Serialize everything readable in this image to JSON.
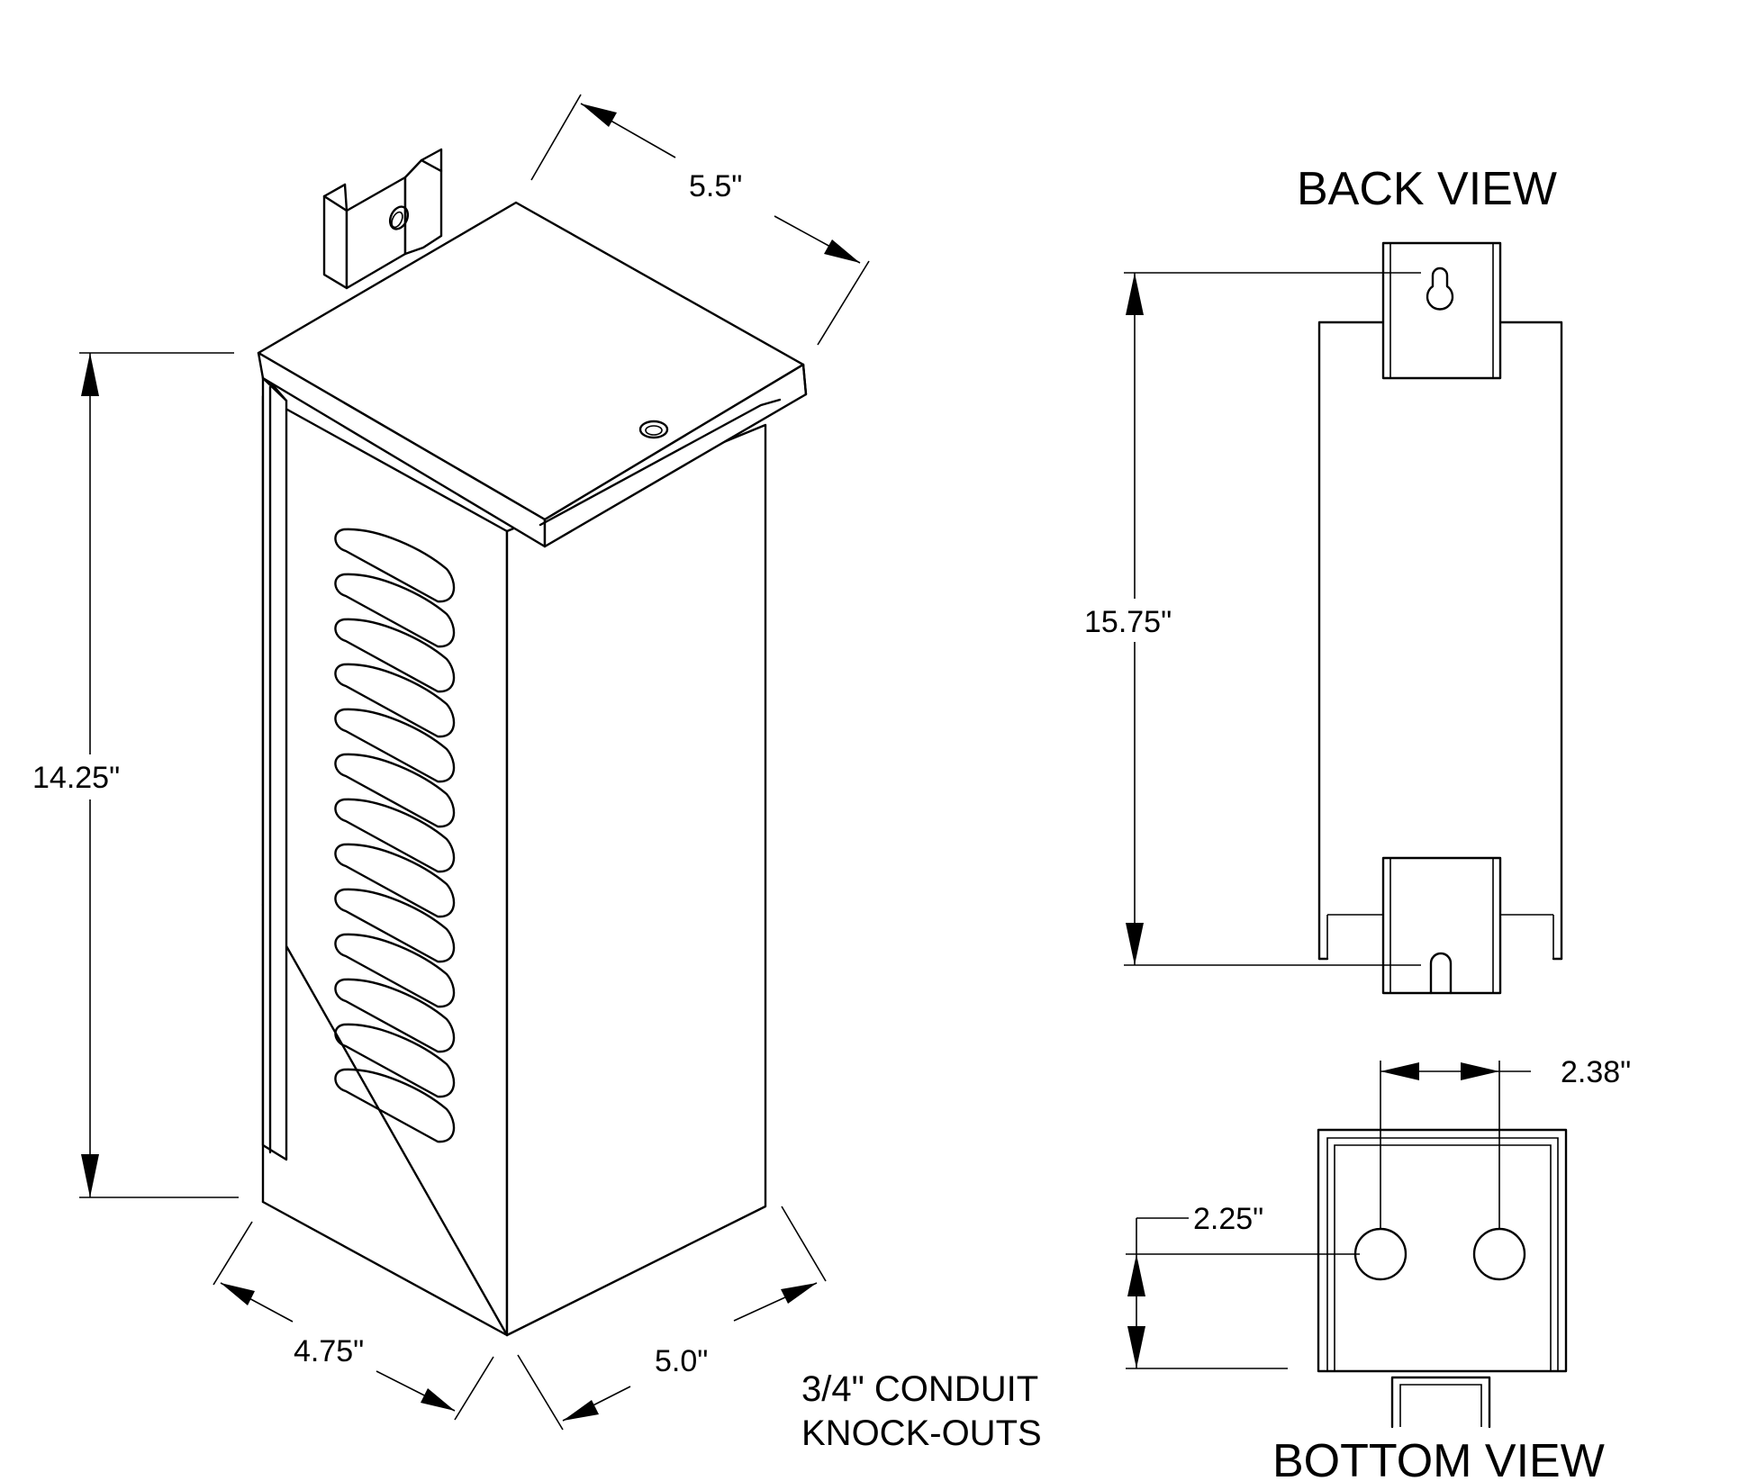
{
  "views": {
    "back_title": "BACK VIEW",
    "bottom_title": "BOTTOM VIEW"
  },
  "dimensions": {
    "depth_top": "5.5\"",
    "height": "14.25\"",
    "width_left": "4.75\"",
    "width_right": "5.0\"",
    "back_height": "15.75\"",
    "hole_spacing": "2.38\"",
    "hole_offset": "2.25\""
  },
  "note": {
    "line1": "3/4\" CONDUIT",
    "line2": "KNOCK-OUTS"
  },
  "colors": {
    "line": "#000000",
    "background": "#ffffff"
  }
}
